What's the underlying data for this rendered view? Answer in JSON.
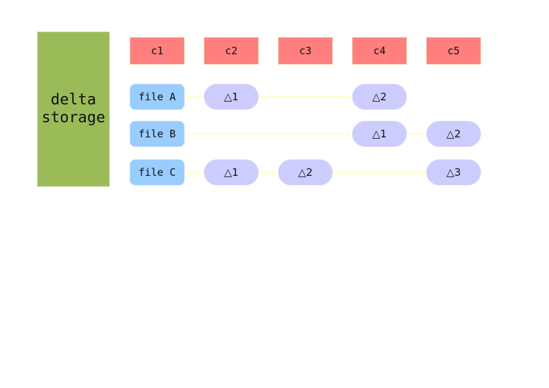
{
  "title": "delta\nstorage",
  "commits": [
    "c1",
    "c2",
    "c3",
    "c4",
    "c5"
  ],
  "files": [
    {
      "label": "file A",
      "deltas": [
        {
          "label": "△1",
          "commit": "c2"
        },
        {
          "label": "△2",
          "commit": "c4"
        }
      ]
    },
    {
      "label": "file B",
      "deltas": [
        {
          "label": "△1",
          "commit": "c4"
        },
        {
          "label": "△2",
          "commit": "c5"
        }
      ]
    },
    {
      "label": "file C",
      "deltas": [
        {
          "label": "△1",
          "commit": "c2"
        },
        {
          "label": "△2",
          "commit": "c3"
        },
        {
          "label": "△3",
          "commit": "c5"
        }
      ]
    }
  ],
  "colors": {
    "title_box": "#9bbb59",
    "commit_box": "#ff7f7f",
    "file_box": "#99ccff",
    "delta_box": "#ccccff",
    "arrow": "#ffffcc"
  }
}
